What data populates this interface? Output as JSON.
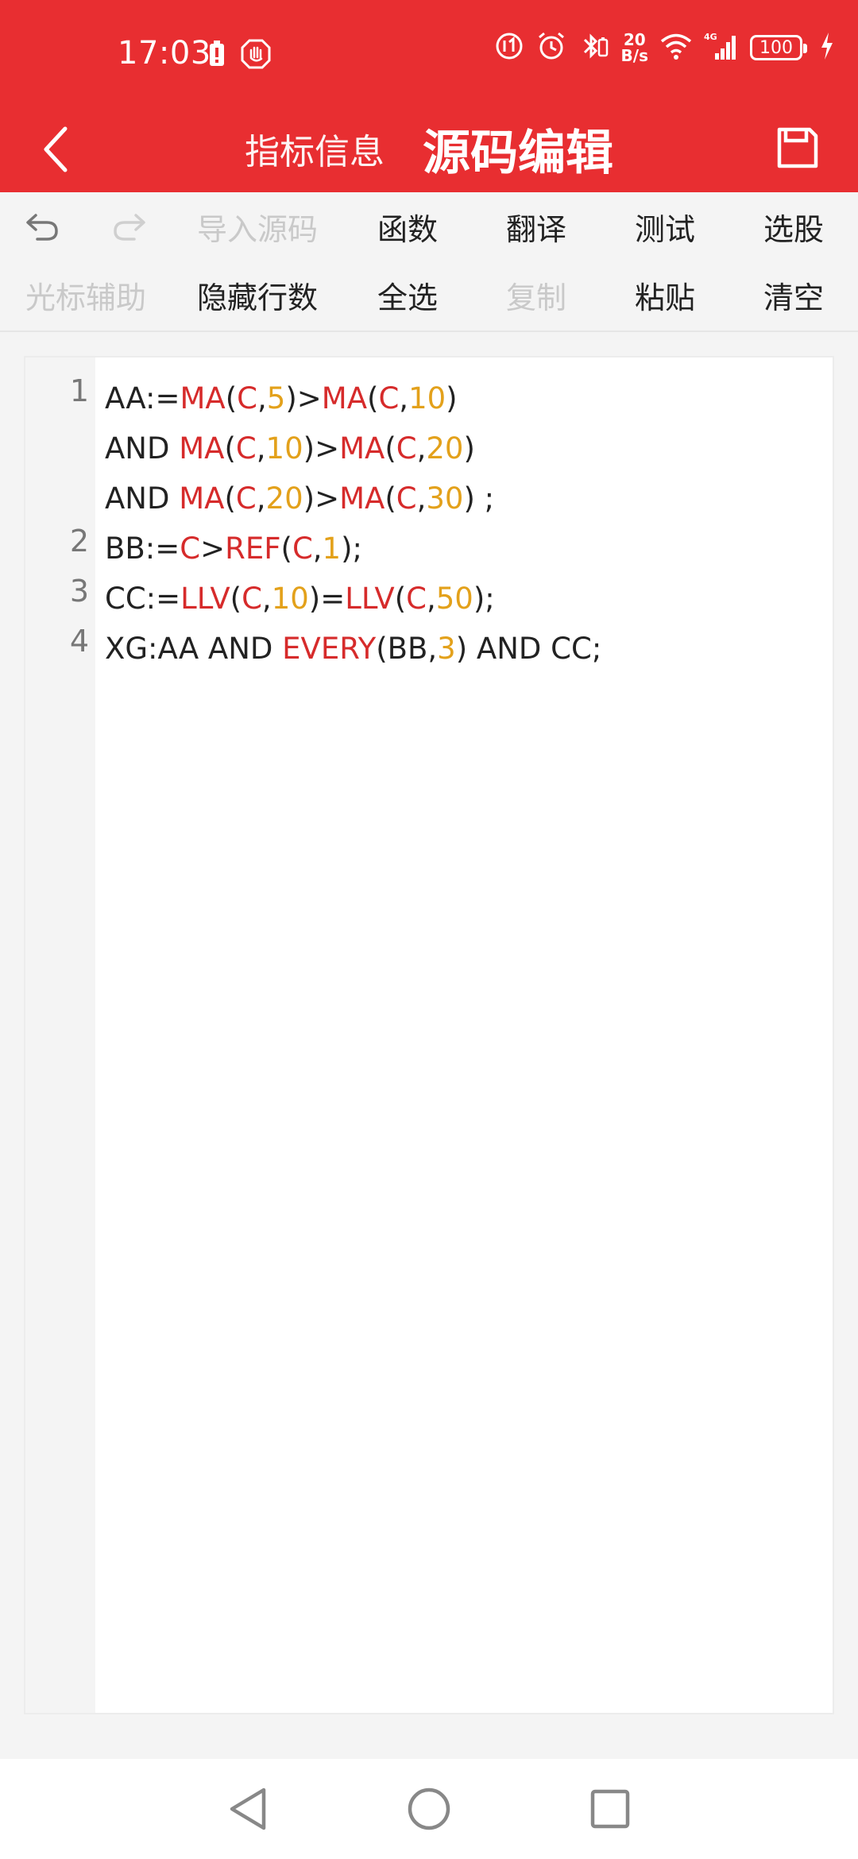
{
  "status_bar": {
    "time": "17:03",
    "network_speed_value": "20",
    "network_speed_unit": "B/s",
    "battery": "100",
    "icons": [
      "battery-alert-icon",
      "hand-icon",
      "data-icon",
      "alarm-icon",
      "bluetooth-icon",
      "wifi-icon",
      "signal-4g-icon",
      "charging-icon"
    ]
  },
  "title_bar": {
    "tab_info": "指标信息",
    "tab_editor": "源码编辑",
    "back_icon": "chevron-left-icon",
    "save_icon": "save-icon"
  },
  "toolbar": {
    "row1": [
      "导入源码",
      "函数",
      "翻译",
      "测试",
      "选股"
    ],
    "row2": [
      "光标辅助",
      "隐藏行数",
      "全选",
      "复制",
      "粘贴",
      "清空"
    ],
    "undo_icon": "undo-icon",
    "redo_icon": "redo-icon"
  },
  "editor": {
    "lines": [
      {
        "number": "1",
        "text": "AA:=MA(C,5)>MA(C,10)  AND MA(C,10)>MA(C,20)  AND MA(C,20)>MA(C,30) ;"
      },
      {
        "number": "2",
        "text": "BB:=C>REF(C,1);"
      },
      {
        "number": "3",
        "text": "CC:=LLV(C,10)=LLV(C,50);"
      },
      {
        "number": "4",
        "text": "XG:AA AND EVERY(BB,3) AND CC;"
      }
    ]
  },
  "nav": {
    "back": "triangle-back-icon",
    "home": "circle-home-icon",
    "recent": "square-recent-icon"
  },
  "colors": {
    "brand_red": "#e82e31",
    "function_red": "#d62b2b",
    "number_orange": "#e3a11b"
  }
}
